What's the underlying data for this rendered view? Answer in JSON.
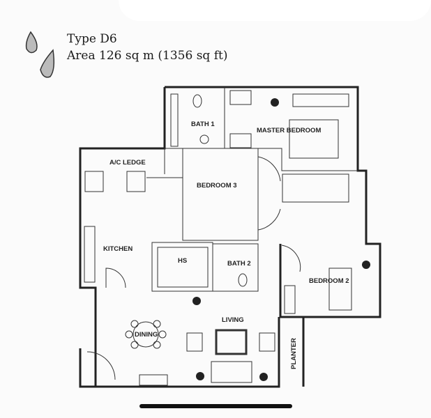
{
  "header": {
    "type": "Type D6",
    "area": "Area 126 sq m (1356 sq ft)"
  },
  "rooms": {
    "bath1": "BATH 1",
    "master": "MASTER BEDROOM",
    "ac_ledge": "A/C LEDGE",
    "bedroom3": "BEDROOM 3",
    "kitchen": "KITCHEN",
    "hs": "HS",
    "bath2": "BATH 2",
    "bedroom2": "BEDROOM 2",
    "dining": "DINING",
    "living": "LIVING",
    "planter": "PLANTER"
  }
}
